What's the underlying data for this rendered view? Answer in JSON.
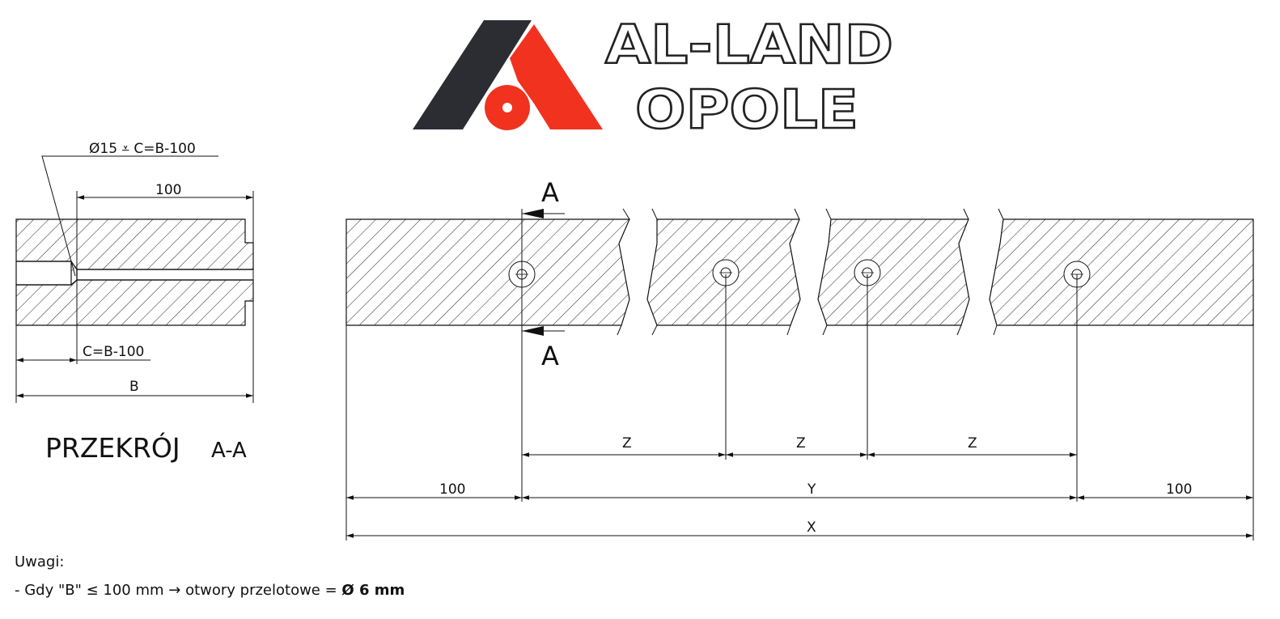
{
  "brand": {
    "line1": "AL-LAND",
    "line2": "OPOLE",
    "colors": {
      "dark": "#2b2d33",
      "red": "#f0321e"
    }
  },
  "section_view": {
    "hole_callout": "Ø15 ⩡ C=B-100",
    "dim_top": "100",
    "dim_c": "C=B-100",
    "dim_b": "B",
    "title_main": "PRZEKRÓJ",
    "title_sub": "A-A"
  },
  "main_view": {
    "section_marker_top": "A",
    "section_marker_bottom": "A",
    "hole_count": 4,
    "pitch_labels": [
      "Z",
      "Z",
      "Z"
    ],
    "dim_left": "100",
    "dim_mid": "Y",
    "dim_right": "100",
    "dim_total": "X"
  },
  "notes": {
    "heading": "Uwagi:",
    "line1_prefix": "- Gdy \"B\"  ≤ 100 mm → otwory przelotowe = ",
    "line1_value": "Ø  6 mm"
  }
}
